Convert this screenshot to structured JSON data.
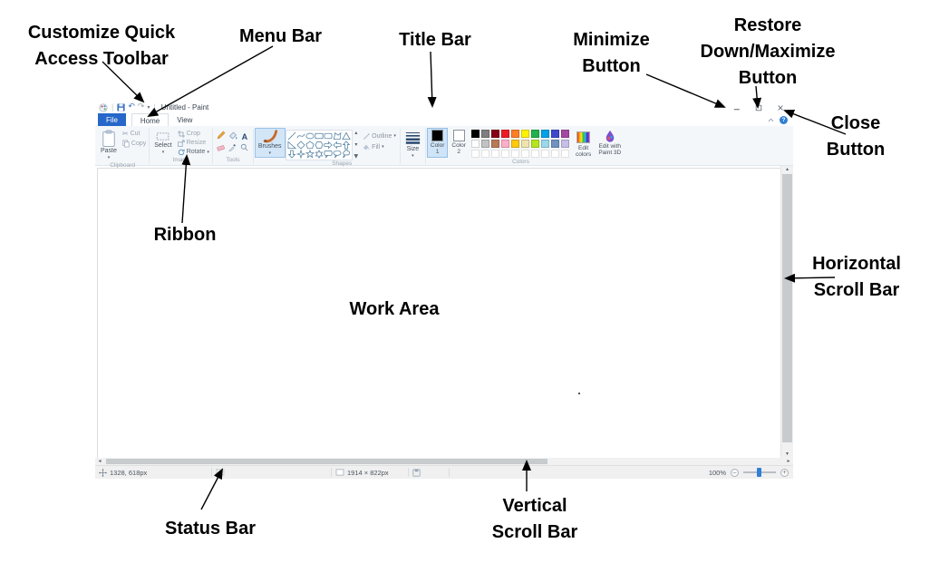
{
  "annotations": {
    "customize_qat": [
      "Customize Quick",
      "Access Toolbar"
    ],
    "menu_bar": [
      "Menu Bar"
    ],
    "title_bar": [
      "Title Bar"
    ],
    "minimize": [
      "Minimize",
      "Button"
    ],
    "restore": [
      "Restore",
      "Down/Maximize",
      "Button"
    ],
    "close": [
      "Close",
      "Button"
    ],
    "ribbon": [
      "Ribbon"
    ],
    "work_area": [
      "Work Area"
    ],
    "horizontal_scroll": [
      "Horizontal",
      "Scroll Bar"
    ],
    "status_bar": [
      "Status Bar"
    ],
    "vertical_scroll": [
      "Vertical",
      "Scroll Bar"
    ]
  },
  "paint": {
    "title": "Untitled - Paint",
    "tabs": [
      "File",
      "Home",
      "View"
    ],
    "quick_access_icons": [
      "paint-logo",
      "save",
      "undo",
      "redo",
      "customize-dropdown"
    ],
    "window_control_icons": [
      "minimize",
      "maximize-restore",
      "close"
    ],
    "ribbon": {
      "clipboard": {
        "group": "Clipboard",
        "paste": "Paste",
        "cut": "Cut",
        "copy": "Copy"
      },
      "image": {
        "group": "Image",
        "select": "Select",
        "crop": "Crop",
        "resize": "Resize",
        "rotate": "Rotate"
      },
      "tools": {
        "group": "Tools",
        "tool_icons": [
          "pencil",
          "fill-with-color",
          "text",
          "eraser",
          "color-picker",
          "magnifier"
        ]
      },
      "brushes": {
        "label": "Brushes"
      },
      "shapes": {
        "group": "Shapes",
        "outline": "Outline",
        "fill": "Fill",
        "shape_icons": [
          "line",
          "curve",
          "oval",
          "rectangle",
          "rounded-rectangle",
          "polygon",
          "triangle",
          "right-triangle",
          "diamond",
          "pentagon",
          "hexagon",
          "right-arrow",
          "left-arrow",
          "up-arrow",
          "down-arrow",
          "four-point-star",
          "five-point-star",
          "six-point-star",
          "rounded-callout",
          "oval-callout",
          "cloud-callout"
        ]
      },
      "size": {
        "label": "Size"
      },
      "colors": {
        "group": "Colors",
        "color1_label": [
          "Color",
          "1"
        ],
        "color2_label": [
          "Color",
          "2"
        ],
        "color1_value": "#000000",
        "color2_value": "#ffffff",
        "edit_colors_label": [
          "Edit",
          "colors"
        ],
        "paint3d_label": [
          "Edit with",
          "Paint 3D"
        ],
        "palette_rows": [
          [
            "#000000",
            "#7f7f7f",
            "#880015",
            "#ed1c24",
            "#ff7f27",
            "#fff200",
            "#22b14c",
            "#00a2e8",
            "#3f48cc",
            "#a349a4"
          ],
          [
            "#ffffff",
            "#c3c3c3",
            "#b97a57",
            "#ffaec9",
            "#ffc90e",
            "#efe4b0",
            "#b5e61d",
            "#99d9ea",
            "#7092be",
            "#c8bfe7"
          ]
        ],
        "empty_slots": 10
      }
    },
    "status_bar": {
      "cursor_position": "1328, 618px",
      "canvas_size": "1914 × 822px",
      "zoom": "100%"
    },
    "accent_colors": {
      "file_tab": "#2667c9",
      "selection_highlight": "#cfe4f7",
      "slider_thumb": "#2f7fd6"
    }
  }
}
